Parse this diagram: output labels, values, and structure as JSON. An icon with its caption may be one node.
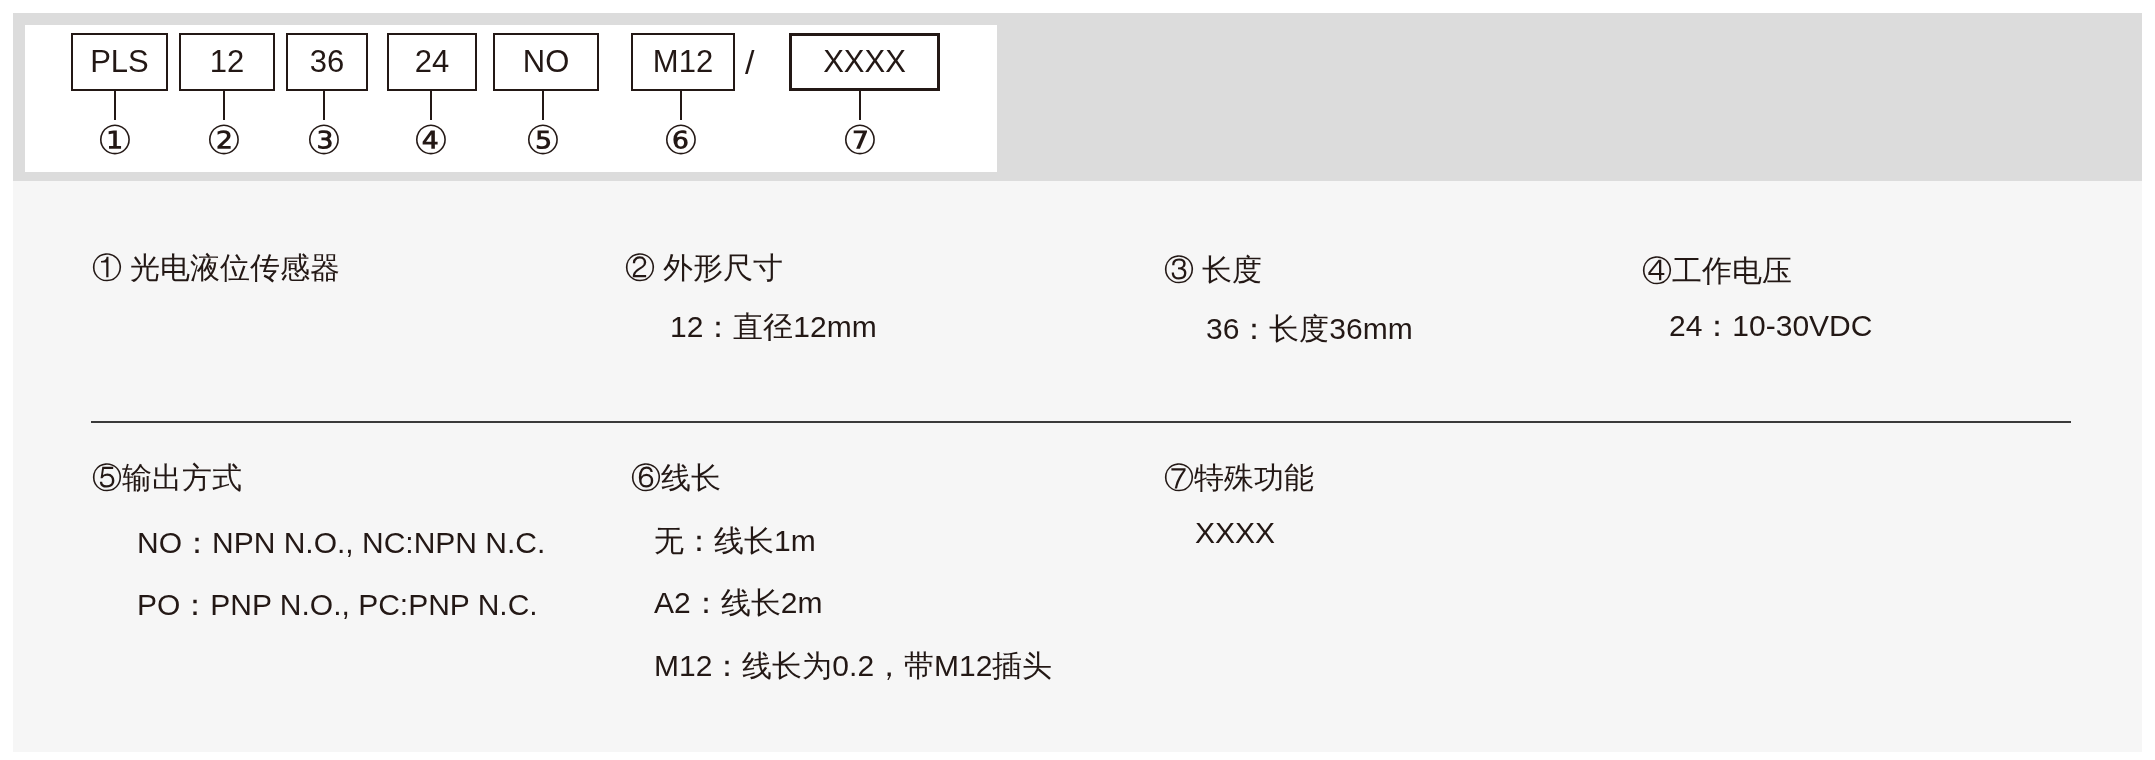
{
  "diagram": {
    "nodes": [
      {
        "text": [
          "PLS"
        ]
      },
      {
        "text": [
          "12"
        ]
      },
      {
        "text": [
          "36"
        ]
      },
      {
        "text": [
          "24"
        ]
      },
      {
        "text": [
          "NO"
        ]
      },
      {
        "text": [
          "M12"
        ]
      },
      {
        "text": [
          "XXXX"
        ]
      },
      {
        "text": [
          "①"
        ]
      },
      {
        "text": [
          "②"
        ]
      },
      {
        "text": [
          "③"
        ]
      },
      {
        "text": [
          "④"
        ]
      },
      {
        "text": [
          "⑤"
        ]
      },
      {
        "text": [
          "⑥"
        ]
      },
      {
        "text": [
          "⑦"
        ]
      }
    ],
    "edges": [
      {
        "from": 0,
        "to": 7,
        "arrow": "none"
      },
      {
        "from": 1,
        "to": 8,
        "arrow": "none"
      },
      {
        "from": 2,
        "to": 9,
        "arrow": "none"
      },
      {
        "from": 3,
        "to": 10,
        "arrow": "none"
      },
      {
        "from": 4,
        "to": 11,
        "arrow": "none"
      },
      {
        "from": 5,
        "to": 12,
        "arrow": "none"
      },
      {
        "from": 6,
        "to": 13,
        "arrow": "none"
      }
    ],
    "labels": [
      "/",
      "① 光电液位传感器",
      "② 外形尺寸",
      "12：直径12mm",
      "③ 长度",
      "36：长度36mm",
      "④工作电压",
      "24：10-30VDC",
      "⑤输出方式",
      "NO：NPN N.O., NC:NPN N.C.",
      "PO：PNP N.O., PC:PNP N.C.",
      "⑥线长",
      "无：线长1m",
      "A2：线长2m",
      "M12：线长为0.2，带M12插头",
      "⑦特殊功能",
      "XXXX"
    ]
  }
}
